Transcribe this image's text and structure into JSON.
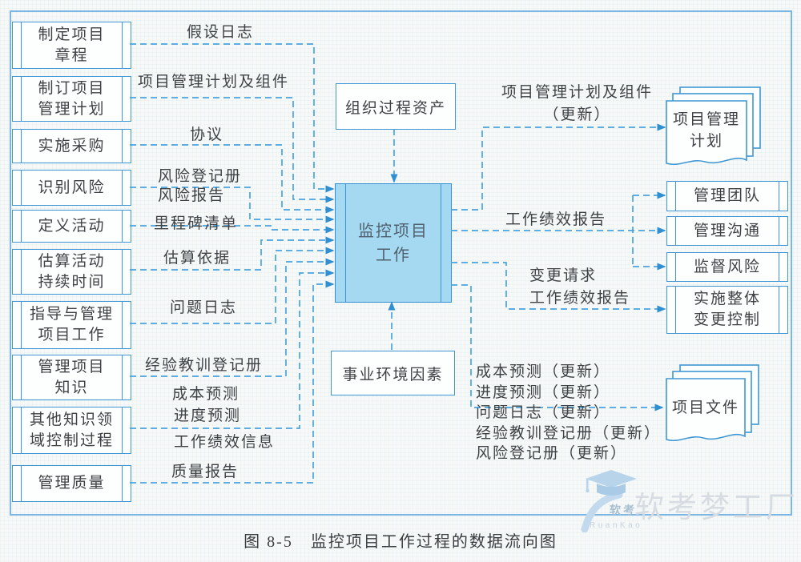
{
  "caption": "图 8-5　监控项目工作过程的数据流向图",
  "center": {
    "process_label": "监控项目\n工作",
    "top_entity": "组织过程资产",
    "bottom_entity": "事业环境因素"
  },
  "left_processes": [
    "制定项目\n章程",
    "制订项目\n管理计划",
    "实施采购",
    "识别风险",
    "定义活动",
    "估算活动\n持续时间",
    "指导与管理\n项目工作",
    "管理项目\n知识",
    "其他知识领\n域控制过程",
    "管理质量"
  ],
  "left_flows": [
    "假设日志",
    "项目管理计划及组件",
    "协议",
    "风险登记册\n风险报告",
    "里程碑清单",
    "估算依据",
    "问题日志",
    "经验教训登记册",
    "成本预测",
    "进度预测",
    "工作绩效信息",
    "质量报告"
  ],
  "right_processes": [
    "管理团队",
    "管理沟通",
    "监督风险",
    "实施整体\n变更控制"
  ],
  "right_flows": [
    "项目管理计划及组件\n（更新）",
    "工作绩效报告",
    "变更请求\n工作绩效报告",
    "成本预测（更新）\n进度预测（更新）\n问题日志（更新）\n经验教训登记册（更新）\n风险登记册（更新）"
  ],
  "documents": [
    "项目管理\n计划",
    "项目文件"
  ],
  "watermark": {
    "logo_label": "软考",
    "logo_sublabel": "RuanKao",
    "brand_text": "软考梦工厂"
  },
  "colors": {
    "line_blue": "#4aa3e0",
    "box_border": "#3e97d4",
    "center_fill": "#a5d9f2",
    "frame_border": "#7cb6e2",
    "text": "#3f4245",
    "watermark_gray": "#d6dce2",
    "watermark_blue": "#bdd7ec"
  }
}
